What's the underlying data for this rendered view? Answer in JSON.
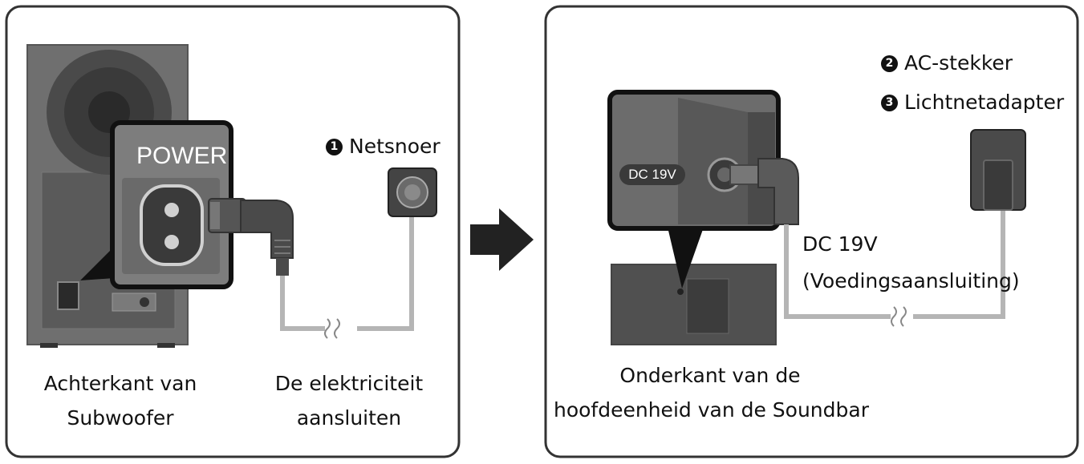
{
  "left_panel": {
    "power_label": "POWER",
    "netsnoer": {
      "number": "1",
      "text": "Netsnoer"
    },
    "caption_subwoofer": [
      "Achterkant van",
      "Subwoofer"
    ],
    "caption_power": [
      "De elektriciteit",
      "aansluiten"
    ]
  },
  "right_panel": {
    "dc_chip": "DC 19V",
    "ac_stekker": {
      "number": "2",
      "text": "AC-stekker"
    },
    "lichtnetadapter": {
      "number": "3",
      "text": "Lichtnetadapter"
    },
    "dc_label": "DC 19V",
    "dc_sublabel": "(Voedingsaansluiting)",
    "caption_soundbar": [
      "Onderkant van de",
      "hoofdeenheid van de Soundbar"
    ]
  },
  "colors": {
    "panel_border": "#333333",
    "device_dark": "#4a4a4a",
    "device_mid": "#6f6f6f",
    "device_light": "#9a9a9a",
    "cable": "#b5b5b5",
    "arrow": "#222222"
  },
  "icons": [
    "arrow-right-icon",
    "outlet-icon",
    "power-plug-icon",
    "ac-adapter-icon",
    "cable-break-icon"
  ]
}
